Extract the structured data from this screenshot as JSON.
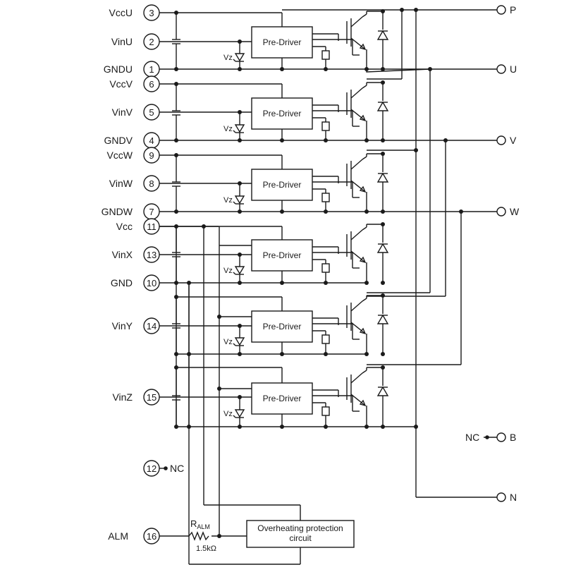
{
  "pins": [
    {
      "num": "3",
      "label": "VccU"
    },
    {
      "num": "2",
      "label": "VinU"
    },
    {
      "num": "1",
      "label": "GNDU"
    },
    {
      "num": "6",
      "label": "VccV"
    },
    {
      "num": "5",
      "label": "VinV"
    },
    {
      "num": "4",
      "label": "GNDV"
    },
    {
      "num": "9",
      "label": "VccW"
    },
    {
      "num": "8",
      "label": "VinW"
    },
    {
      "num": "7",
      "label": "GNDW"
    },
    {
      "num": "11",
      "label": "Vcc"
    },
    {
      "num": "13",
      "label": "VinX"
    },
    {
      "num": "10",
      "label": "GND"
    },
    {
      "num": "14",
      "label": "VinY"
    },
    {
      "num": "15",
      "label": "VinZ"
    },
    {
      "num": "12",
      "label": "NC"
    },
    {
      "num": "16",
      "label": "ALM"
    }
  ],
  "outputs": [
    "P",
    "U",
    "V",
    "W",
    "B",
    "N"
  ],
  "nc_label_b": "NC",
  "predriver_label": "Pre-Driver",
  "zener_label": "Vz",
  "ralm": {
    "main": "R",
    "sub": "ALM",
    "value": "1.5kΩ"
  },
  "overheat": {
    "line1": "Overheating protection",
    "line2": "circuit"
  }
}
